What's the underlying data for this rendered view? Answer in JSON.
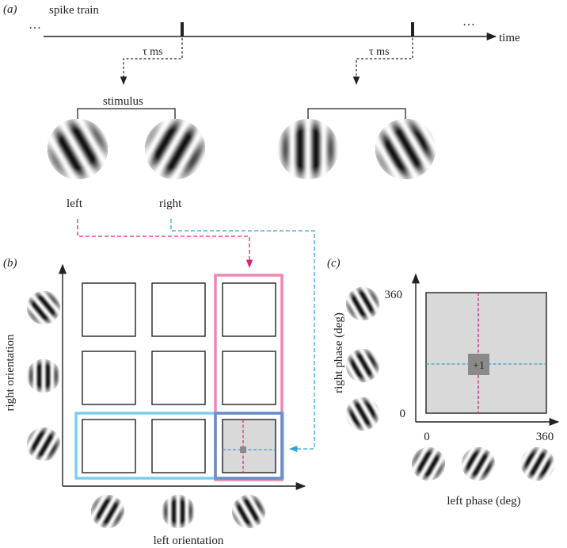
{
  "panel_a": {
    "label": "(a)",
    "spike_train_label": "spike train",
    "ellipsis_left": "…",
    "ellipsis_right": "…",
    "time_label": "time",
    "tau_label_1": "τ ms",
    "tau_label_2": "τ ms",
    "stimulus_label": "stimulus",
    "left_label": "left",
    "right_label": "right"
  },
  "panel_b": {
    "label": "(b)",
    "ylabel": "right orientation",
    "xlabel": "left orientation"
  },
  "panel_c": {
    "label": "(c)",
    "ylabel": "right phase (deg)",
    "xlabel": "left phase (deg)",
    "y_ticks": [
      "360",
      "0"
    ],
    "x_ticks": [
      "0",
      "360"
    ],
    "increment_label": "+1"
  },
  "colors": {
    "magenta": "#e0207a",
    "pink_box": "#ee86b3",
    "cyan": "#2ea3d6",
    "cyan_box": "#7fcdee",
    "grey_fill": "#d9d9d9",
    "dark_grey": "#8a8a8a"
  }
}
